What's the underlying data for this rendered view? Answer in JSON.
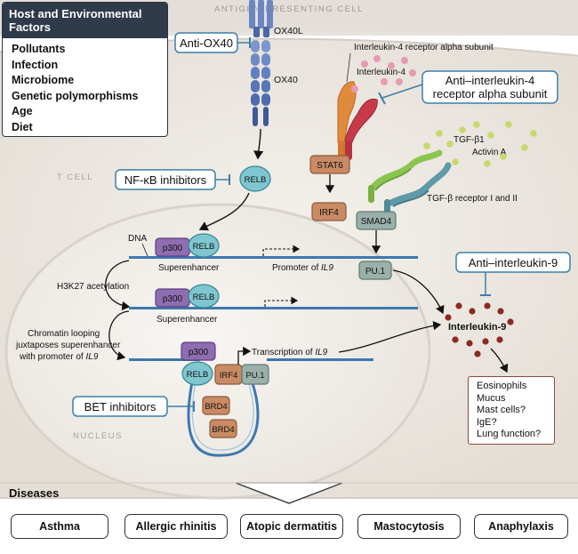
{
  "host_factors": {
    "title": "Host and Environmental Factors",
    "items": [
      "Pollutants",
      "Infection",
      "Microbiome",
      "Genetic polymorphisms",
      "Age",
      "Diet"
    ]
  },
  "regions": {
    "apc": "ANTIGEN-PRESENTING CELL",
    "tcell": "T CELL",
    "nucleus": "NUCLEUS"
  },
  "receptors": {
    "ox40l": "OX40L",
    "ox40": "OX40",
    "il4ra": "Interleukin-4 receptor alpha subunit",
    "il4": "Interleukin-4",
    "tgfb1": "TGF-β1",
    "activin": "Activin A",
    "tgfbr": "TGF-β receptor I and II"
  },
  "inhibitors": {
    "anti_ox40": "Anti-OX40",
    "anti_il4ra_line1": "Anti–interleukin-4",
    "anti_il4ra_line2": "receptor alpha subunit",
    "nfkb": "NF-κB inhibitors",
    "anti_il9": "Anti–interleukin-9",
    "bet": "BET inhibitors"
  },
  "molecules": {
    "relb": "RELB",
    "p300": "p300",
    "stat6": "STAT6",
    "irf4": "IRF4",
    "smad4": "SMAD4",
    "pu1": "PU.1",
    "brd4": "BRD4"
  },
  "nucleus_labels": {
    "dna": "DNA",
    "superenhancer": "Superenhancer",
    "promoter_prefix": "Promoter of ",
    "gene": "IL9",
    "h3k27": "H3K27 acetylation",
    "looping_line1": "Chromatin looping",
    "looping_line2": "juxtaposes superenhancer",
    "looping_line3_prefix": "with promoter of ",
    "transcription_prefix": "Transcription of "
  },
  "il9": {
    "label": "Interleukin-9",
    "effects": [
      "Eosinophils",
      "Mucus",
      "Mast cells?",
      "IgE?",
      "Lung function?"
    ]
  },
  "diseases": {
    "title": "Diseases",
    "items": [
      "Asthma",
      "Allergic rhinitis",
      "Atopic dermatitis",
      "Mastocytosis",
      "Anaphylaxis"
    ]
  },
  "colors": {
    "receptor_blue": "#5a78b8",
    "p300": "#8e6db0",
    "relb": "#7fc6d0",
    "stat6": "#c98a64",
    "smad4": "#9ab0aa",
    "il9_dot": "#8a2a22",
    "inhibitor_border": "#3d7fa8"
  }
}
